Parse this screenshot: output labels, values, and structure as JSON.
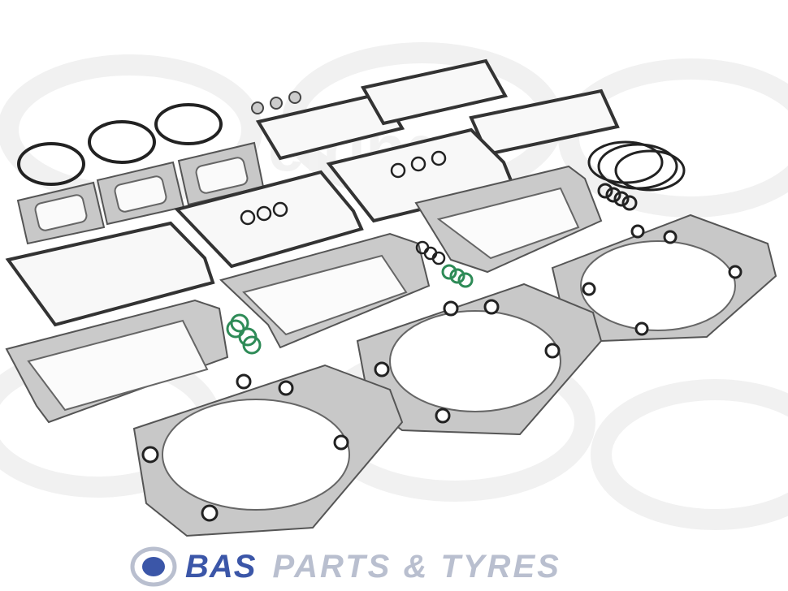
{
  "photo": {
    "subject": "gasket-set",
    "colors": {
      "gasket_fill": "#c8c8c8",
      "gasket_edge": "#5a5a5a",
      "frame_line": "#3a3a3a",
      "oring_black": "#222222",
      "oring_green": "#2e8b57",
      "watermark": "#f0f0f0"
    }
  },
  "watermark": {
    "text": "elring"
  },
  "footer": {
    "brand_primary": "BAS",
    "brand_secondary": "PARTS & TYRES",
    "brand_primary_color": "#3b56a8",
    "brand_secondary_color": "#b9bfcf"
  }
}
